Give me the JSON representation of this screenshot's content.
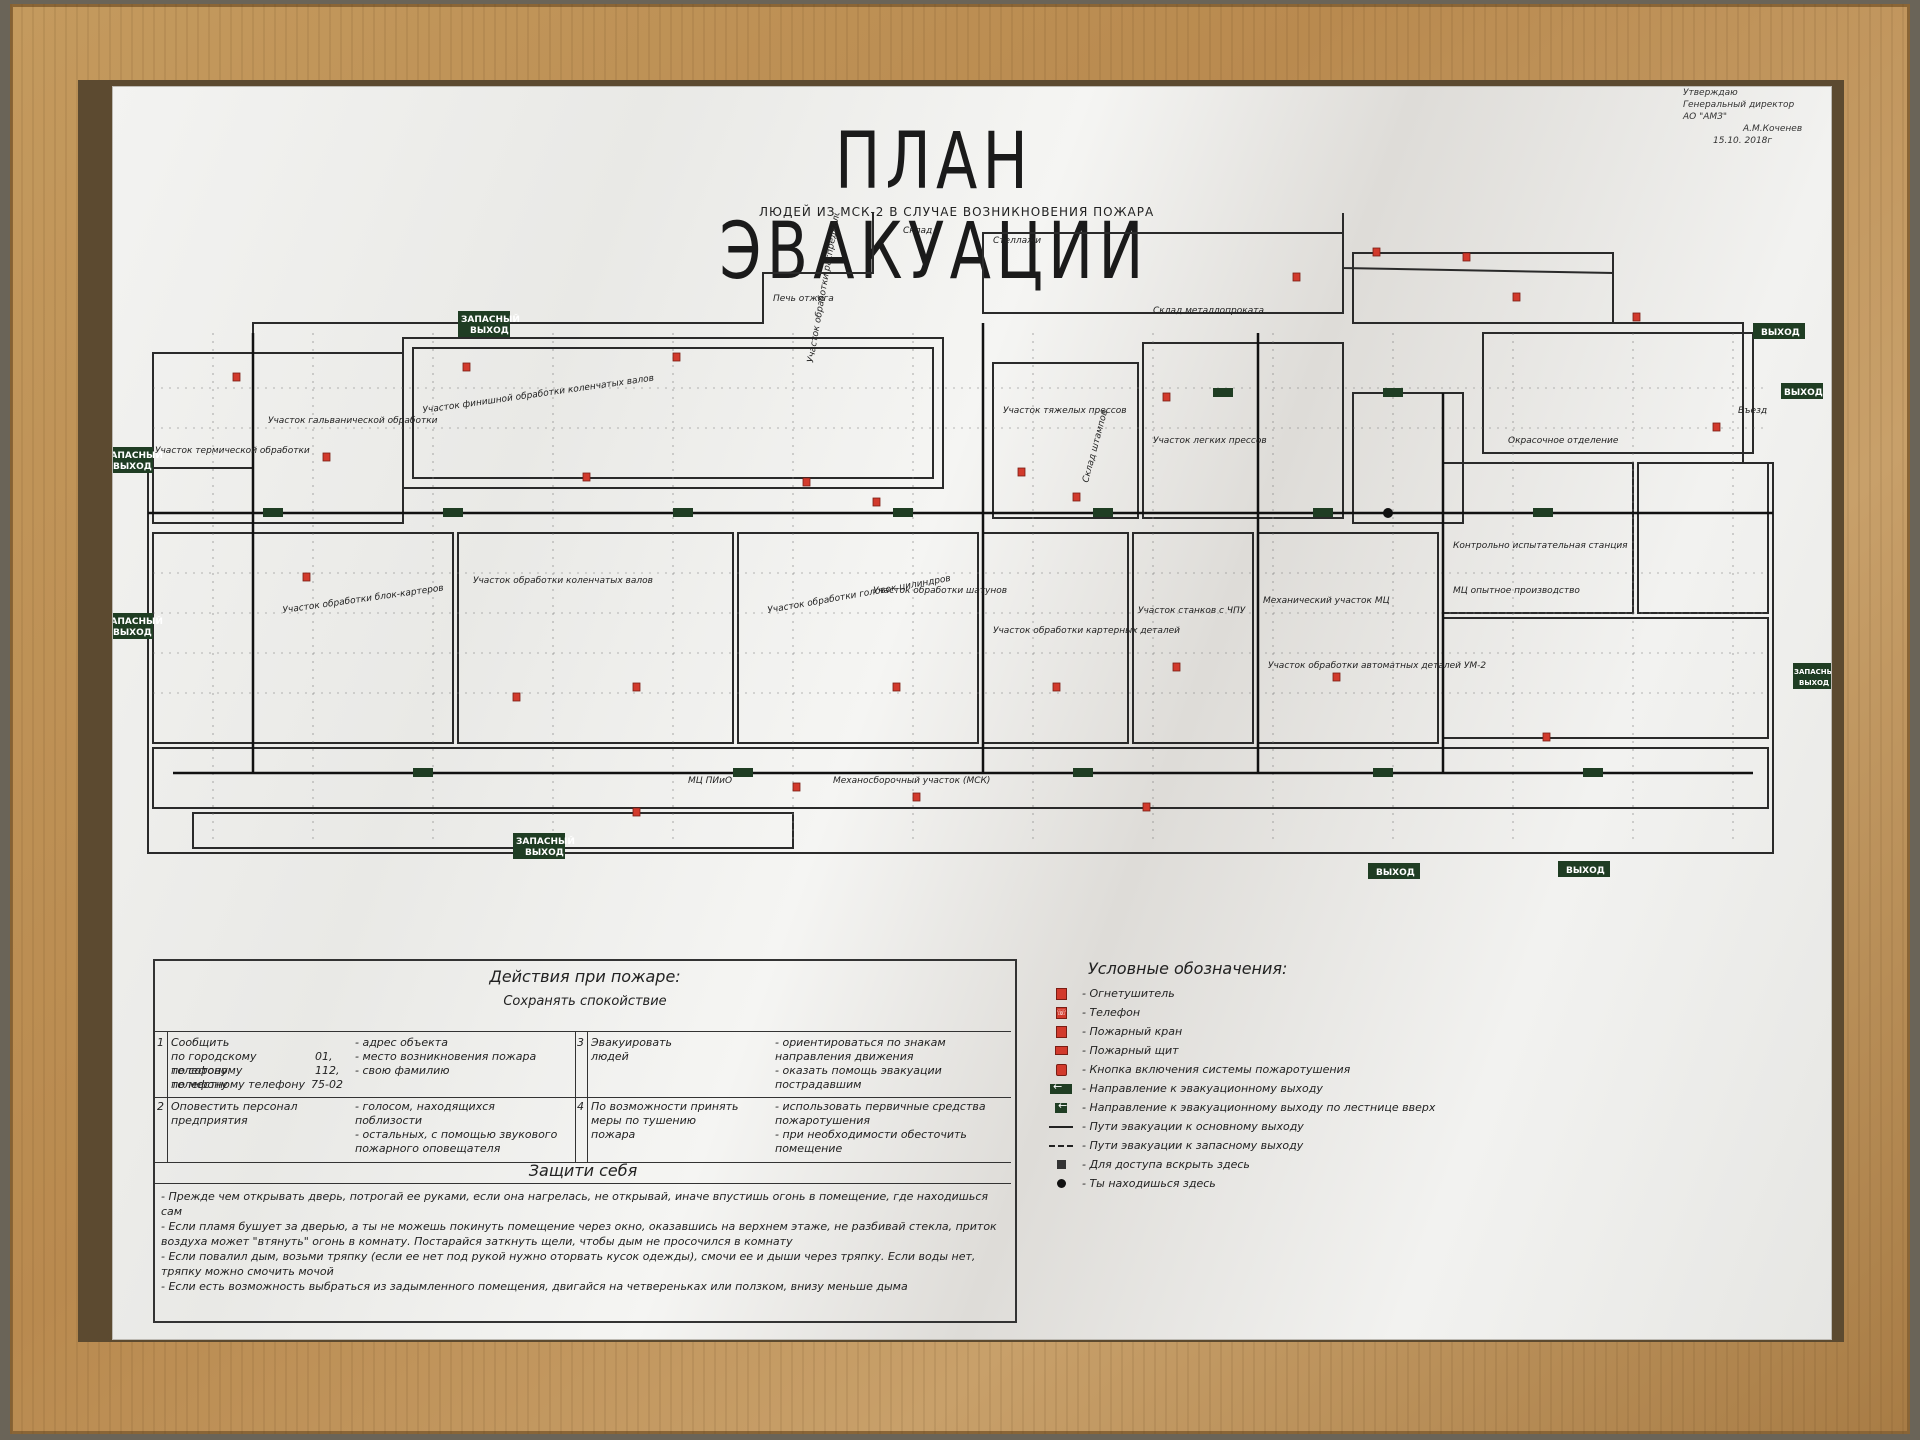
{
  "title": "ПЛАН ЭВАКУАЦИИ",
  "subtitle": "ЛЮДЕЙ ИЗ МСК-2 В СЛУЧАЕ ВОЗНИКНОВЕНИЯ ПОЖАРА",
  "approval": {
    "line1": "Утверждаю",
    "line2": "Генеральный директор",
    "line3": "АО \"АМЗ\"",
    "line4": "А.М.Коченев",
    "date": "15.10. 2018г"
  },
  "exits": {
    "main": "ВЫХОД",
    "reserve_1": "ЗАПАСНЫЙ",
    "reserve_2": "ВЫХОД"
  },
  "plan_labels": {
    "galvanic": "Участок гальванической обработки",
    "thermal": "Участок термической обработки",
    "crankshaft": "Участок финишной обработки коленчатых валов",
    "distribution": "Участок обработки распредвалов",
    "heavy_press": "Участок тяжелых прессов",
    "light_press": "Участок легких прессов",
    "stamp_warehouse": "Склад штампов",
    "block_crankcase": "Участок обработки блок-картеров",
    "crank_valve": "Участок обработки коленчатых валов",
    "cylinder_head": "Участок обработки головок цилиндров",
    "rods": "Участок обработки шатунов",
    "crankcase_parts": "Участок обработки картерных деталей",
    "cnc": "Участок станков с ЧПУ",
    "mech_shop": "Механический участок МЦ",
    "test_station": "Контрольно испытательная станция",
    "experimental": "МЦ опытное производство",
    "paint": "Окрасочное отделение",
    "furnace": "Печь отжига",
    "warehouse": "Склад",
    "metal_warehouse": "Склад металлопроката",
    "racks": "Стеллажи",
    "entrance": "Въезд",
    "mc_pio": "МЦ ПИиО",
    "mech_area": "Механосборочный участок (МСК)",
    "um2": "Участок обработки автоматных деталей УМ-2"
  },
  "actions": {
    "heading": "Действия при пожаре:",
    "calm": "Сохранять спокойствие",
    "n1": "1",
    "step1_title": "Сообщить",
    "step1_city": "по городскому телефону",
    "step1_city_num": "01,",
    "step1_mobile": "по сотовому телефону",
    "step1_mobile_num": "112,",
    "step1_local": "по местному телефону",
    "step1_local_num": "75-02",
    "step1_what": "- адрес объекта\n- место возникновения пожара\n- свою фамилию",
    "n2": "2",
    "step2_title": "Оповестить персонал предприятия",
    "step2_what": "- голосом, находящихся поблизости\n- остальных, с помощью звукового пожарного оповещателя",
    "n3": "3",
    "step3_title": "Эвакуировать людей",
    "step3_what": "- ориентироваться по знакам направления движения\n- оказать помощь эвакуации пострадавшим",
    "n4": "4",
    "step4_title": "По возможности принять меры по тушению пожара",
    "step4_what": "- использовать первичные средства пожаротушения\n- при необходимости обесточить помещение"
  },
  "protect": {
    "heading": "Защити себя",
    "rule1": "- Прежде чем открывать дверь, потрогай ее руками, если она нагрелась, не открывай, иначе впустишь огонь в помещение, где находишься сам",
    "rule2": "- Если пламя бушует за дверью, а ты не можешь покинуть помещение через окно, оказавшись на верхнем этаже, не разбивай стекла, приток воздуха может \"втянуть\" огонь в комнату. Постарайся заткнуть щели, чтобы дым не просочился в комнату",
    "rule3": "- Если повалил дым, возьми тряпку (если ее нет под рукой нужно оторвать кусок одежды), смочи ее и дыши через тряпку. Если воды нет, тряпку можно смочить мочой",
    "rule4": "- Если есть возможность выбраться из задымленного помещения, двигайся на четвереньках или ползком, внизу меньше дыма"
  },
  "legend": {
    "title": "Условные обозначения:",
    "items": [
      {
        "icon": "extinguisher-icon",
        "label": "- Огнетушитель"
      },
      {
        "icon": "phone-icon",
        "label": "- Телефон"
      },
      {
        "icon": "fire-hose-icon",
        "label": "- Пожарный кран"
      },
      {
        "icon": "fire-panel-icon",
        "label": "- Пожарный щит"
      },
      {
        "icon": "alarm-button-icon",
        "label": "- Кнопка включения системы пожаротушения"
      },
      {
        "icon": "exit-arrow-icon",
        "label": "- Направление к эвакуационному выходу"
      },
      {
        "icon": "stair-exit-icon",
        "label": "- Направление к эвакуационному выходу по лестнице вверх"
      },
      {
        "icon": "main-route-icon",
        "label": "- Пути эвакуации к основному выходу"
      },
      {
        "icon": "reserve-route-icon",
        "label": "- Пути эвакуации к запасному выходу"
      },
      {
        "icon": "break-glass-icon",
        "label": "- Для доступа вскрыть здесь"
      },
      {
        "icon": "you-are-here-icon",
        "label": "- Ты находишься здесь"
      }
    ]
  },
  "colors": {
    "exit_green": "#1f3d23",
    "sign_red": "#d23a2c",
    "frame_wood": "#c49a5e"
  }
}
